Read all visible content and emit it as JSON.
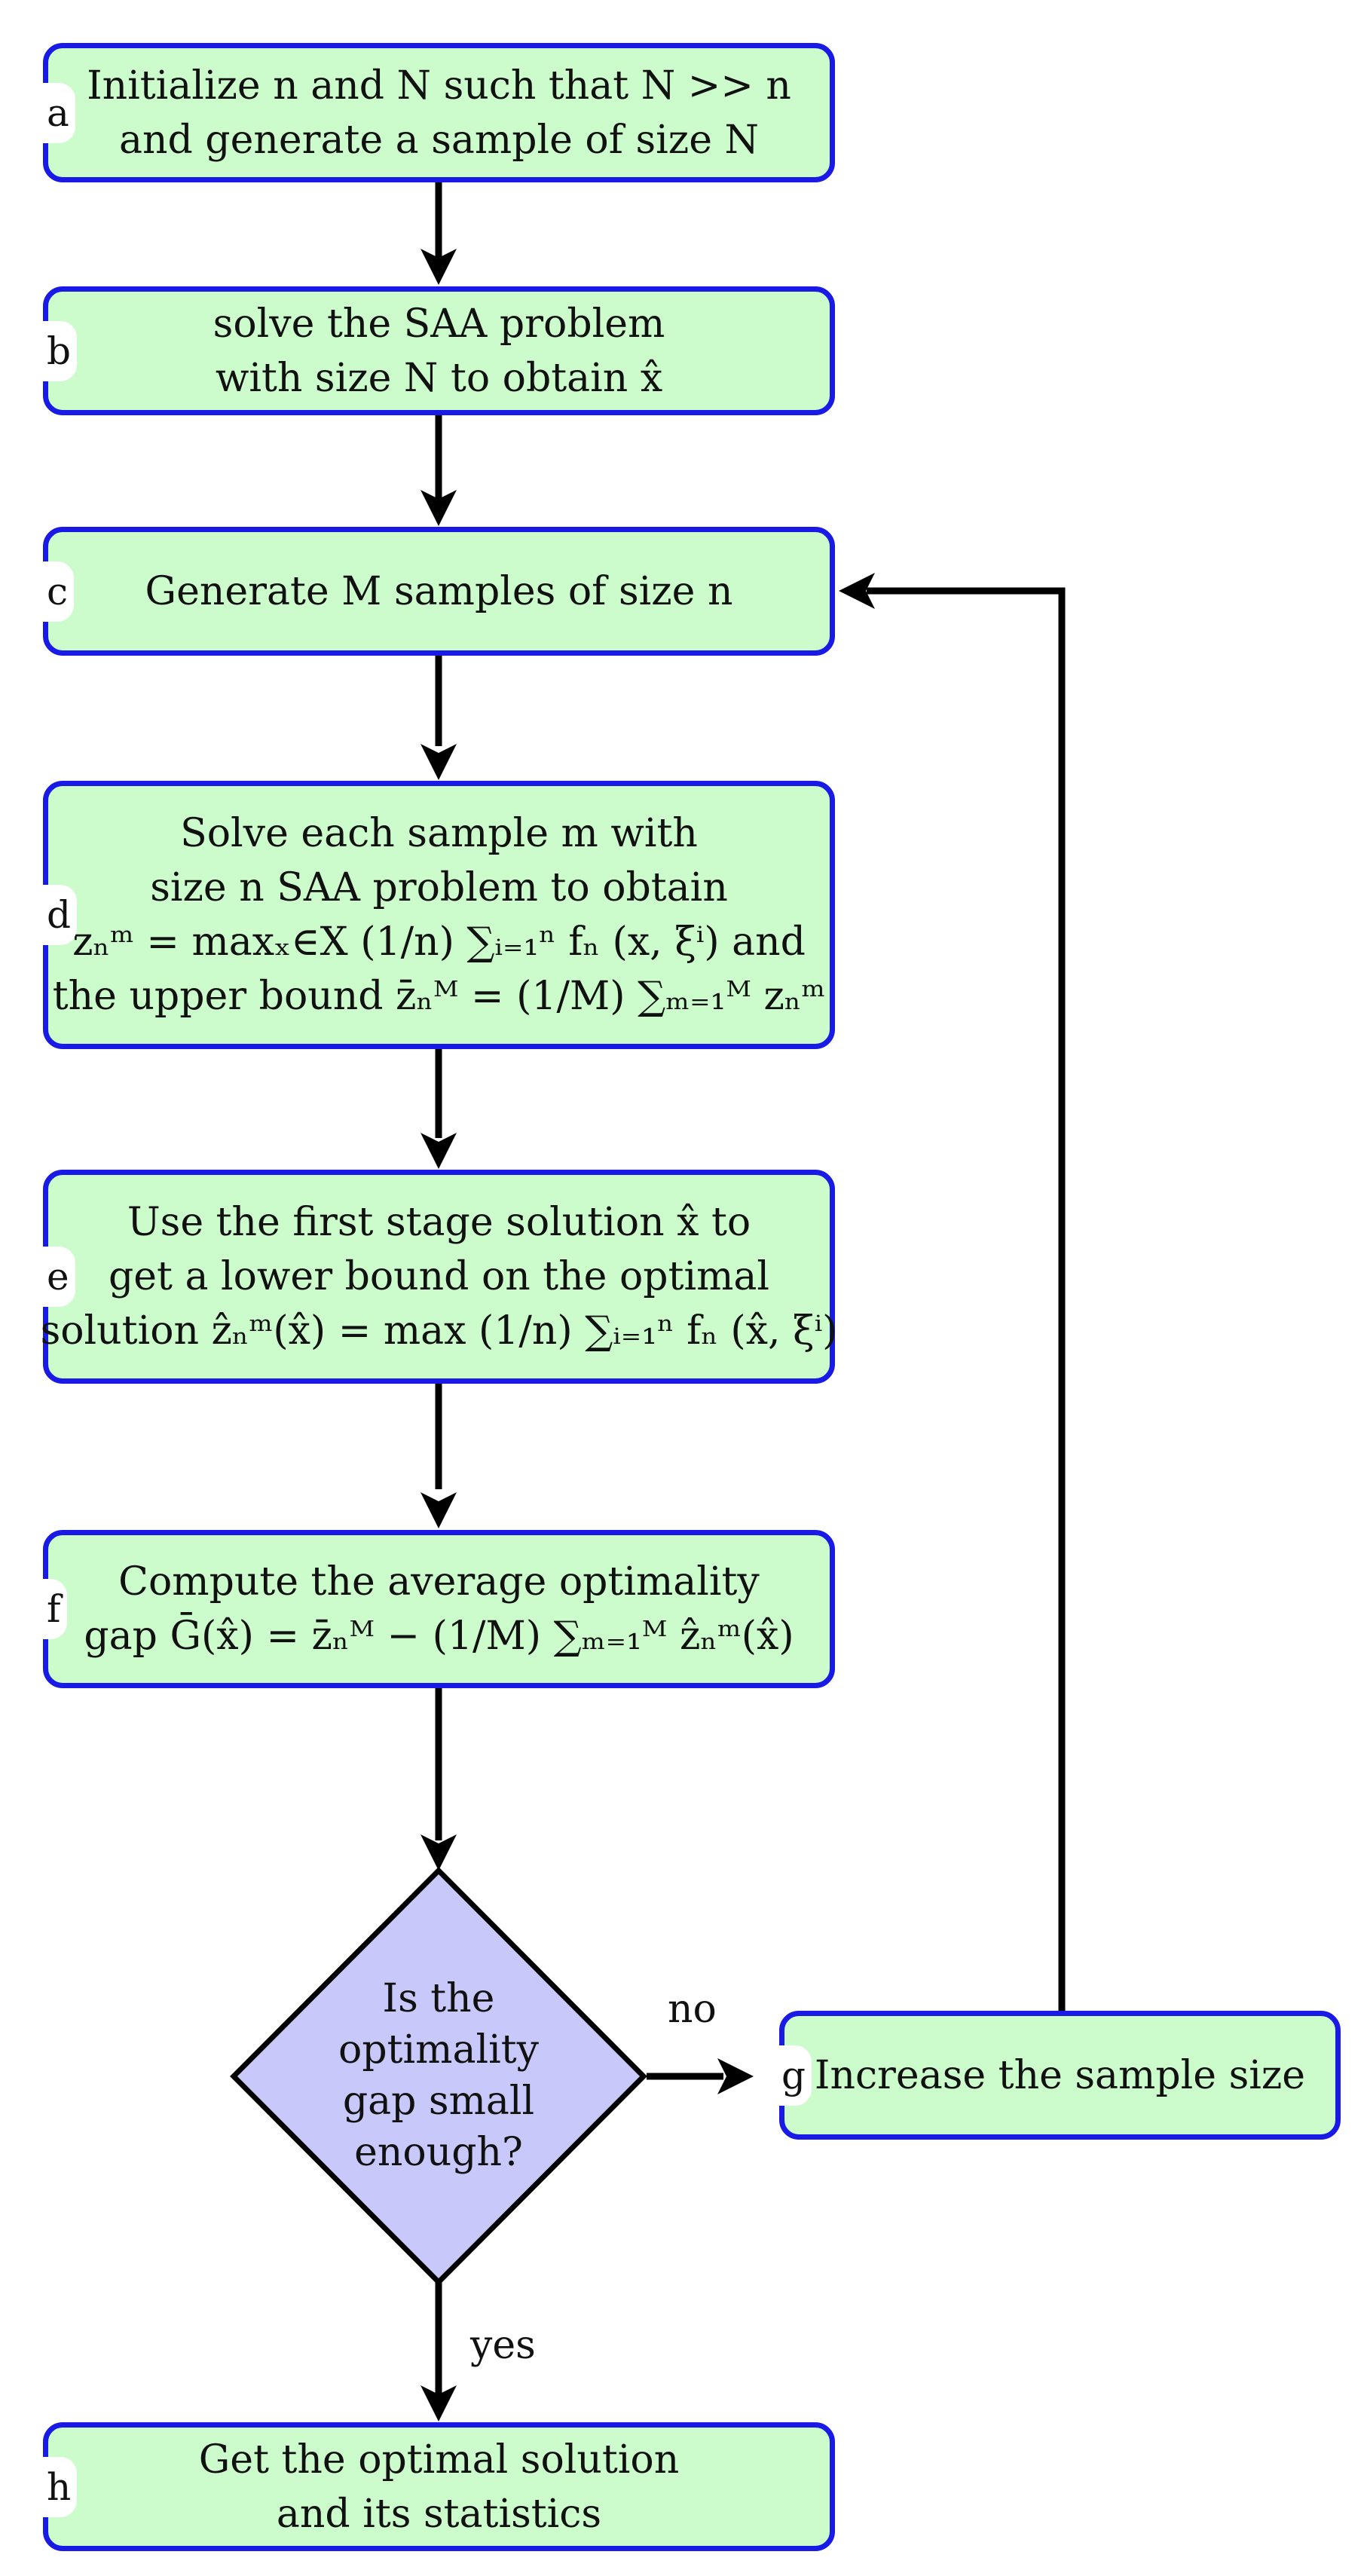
{
  "nodes": {
    "a": {
      "tag": "a",
      "lines": [
        "Initialize n and N such that N >> n",
        "and generate a sample of size N"
      ]
    },
    "b": {
      "tag": "b",
      "lines": [
        "solve the SAA problem",
        "with size N to obtain x̂"
      ]
    },
    "c": {
      "tag": "c",
      "lines": [
        "Generate M samples of size n"
      ]
    },
    "d": {
      "tag": "d",
      "lines": [
        "Solve each sample m with",
        "size n SAA problem to obtain",
        "zₙᵐ = maxₓ∈X (1/n) ∑ᵢ₌₁ⁿ fₙ (x, ξⁱ) and",
        "the upper bound z̄ₙᴹ = (1/M) ∑ₘ₌₁ᴹ zₙᵐ"
      ]
    },
    "e": {
      "tag": "e",
      "lines": [
        "Use the first stage solution x̂ to",
        "get a lower bound on the optimal",
        "solution ẑₙᵐ(x̂) = max (1/n) ∑ᵢ₌₁ⁿ fₙ (x̂, ξⁱ)"
      ]
    },
    "f": {
      "tag": "f",
      "lines": [
        "Compute the average optimality",
        "gap Ḡ(x̂) = z̄ₙᴹ − (1/M) ∑ₘ₌₁ᴹ ẑₙᵐ(x̂)"
      ]
    },
    "decision": {
      "lines": [
        "Is the",
        "optimality",
        "gap small",
        "enough?"
      ]
    },
    "g": {
      "tag": "g",
      "lines": [
        "Increase the sample size"
      ]
    },
    "h": {
      "tag": "h",
      "lines": [
        "Get the optimal solution",
        "and its statistics"
      ]
    }
  },
  "edges": {
    "no_label": "no",
    "yes_label": "yes"
  },
  "colors": {
    "box_fill": "#ccfccc",
    "box_border": "#1a1ae6",
    "diamond_fill": "#c8c8fa",
    "arrow": "#000000"
  }
}
